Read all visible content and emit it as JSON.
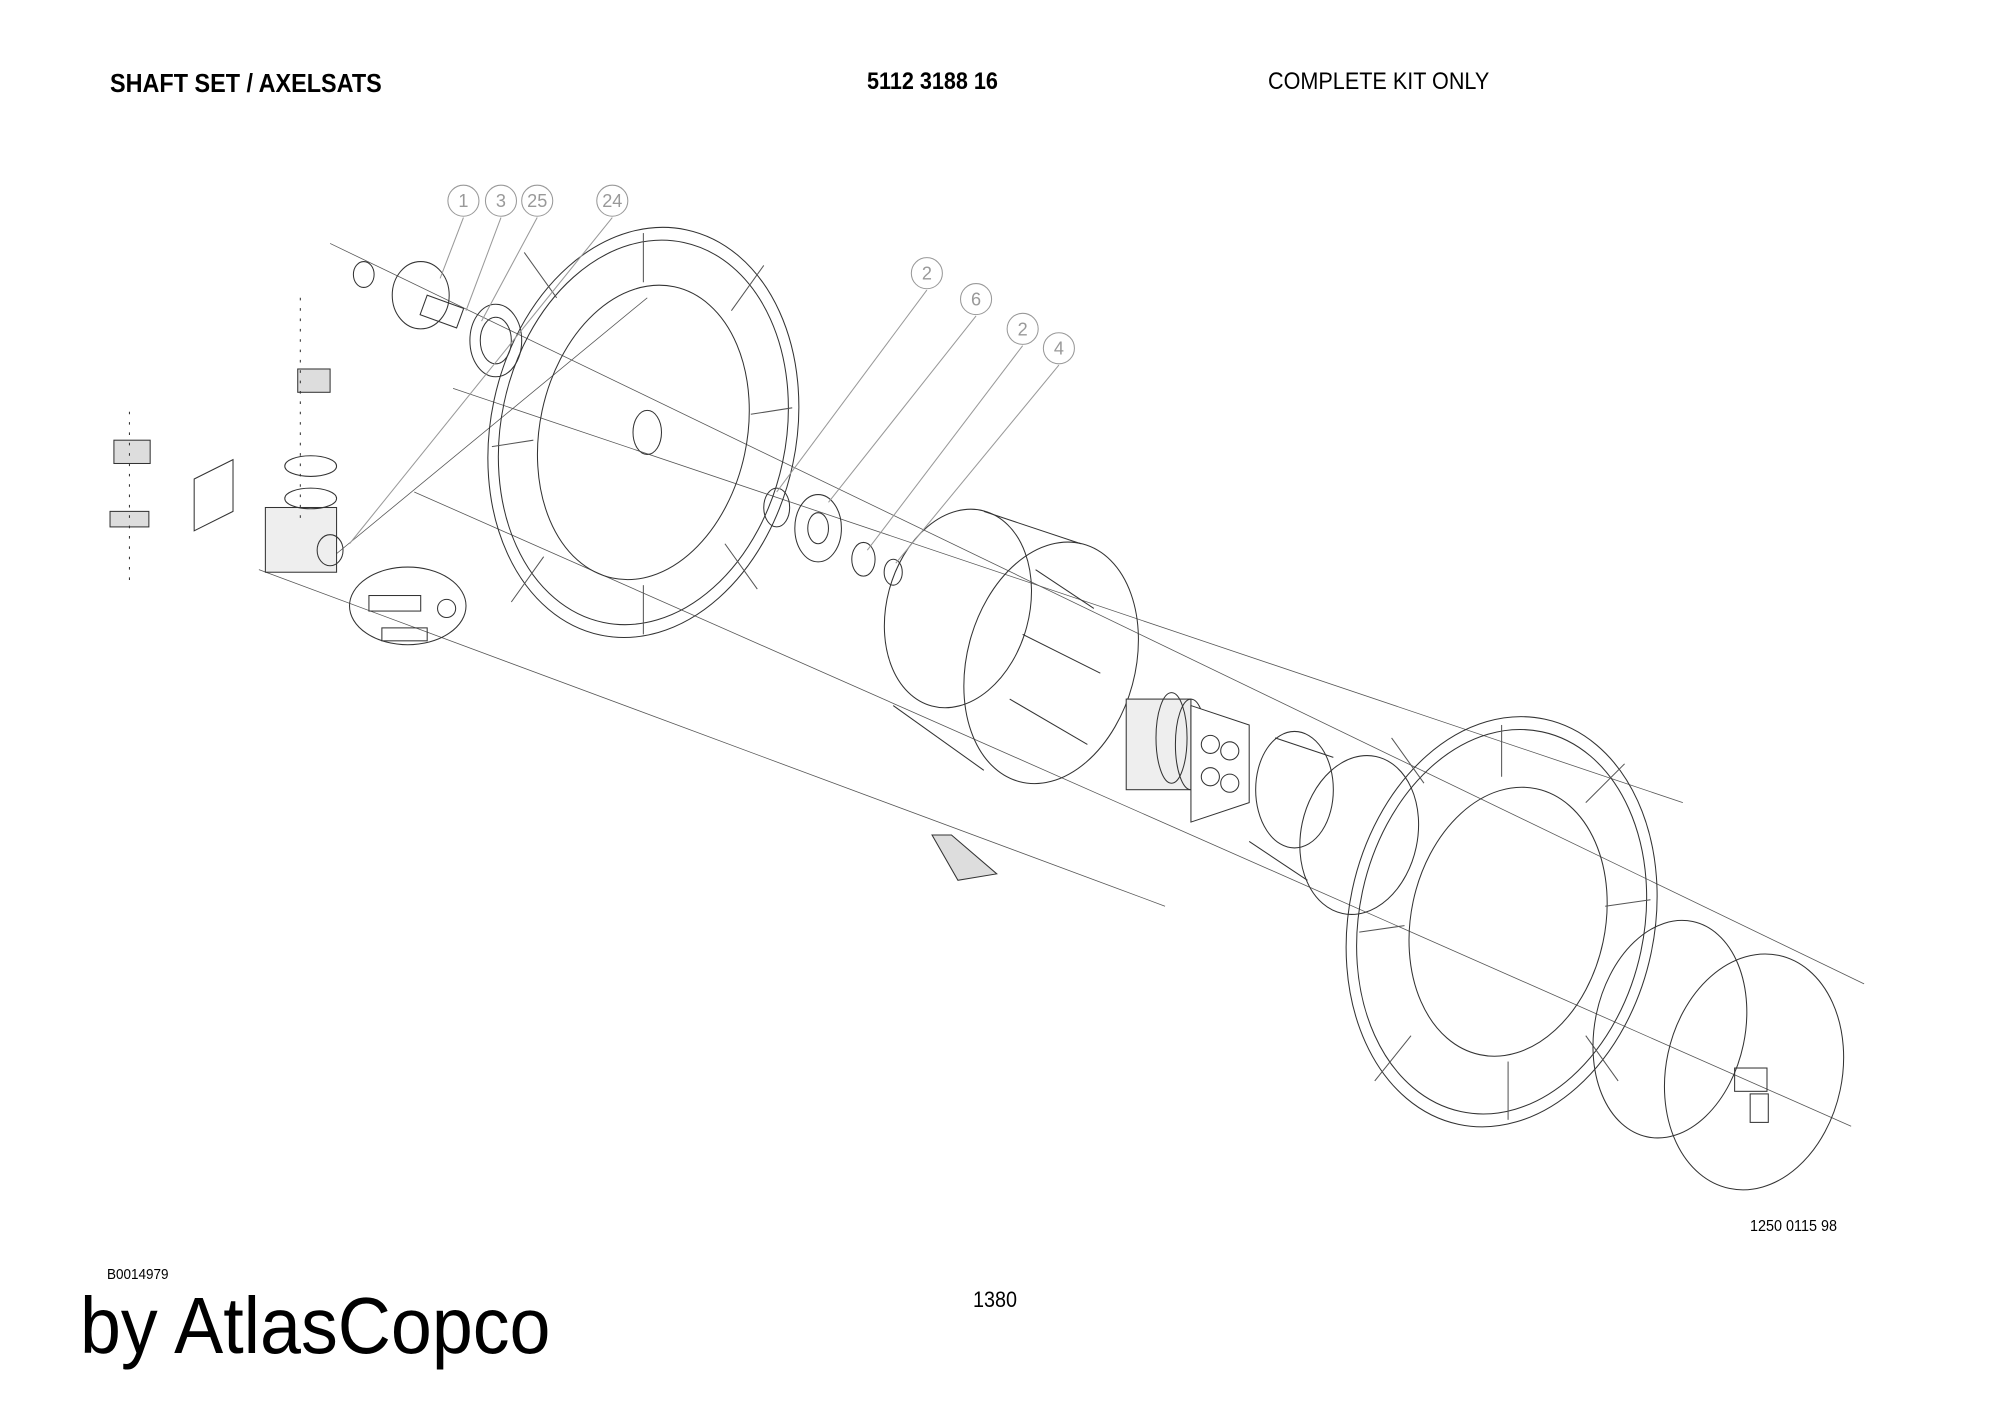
{
  "header": {
    "title": "SHAFT SET / AXELSATS",
    "part_number": "5112 3188 16",
    "note": "COMPLETE KIT ONLY"
  },
  "drawing": {
    "drawing_number": "1250 0115 98",
    "callouts": [
      "1",
      "3",
      "25",
      "24",
      "2",
      "6",
      "2",
      "4"
    ]
  },
  "footer": {
    "image_id": "B0014979",
    "page_number": "1380",
    "brand": "by AtlasCopco"
  }
}
